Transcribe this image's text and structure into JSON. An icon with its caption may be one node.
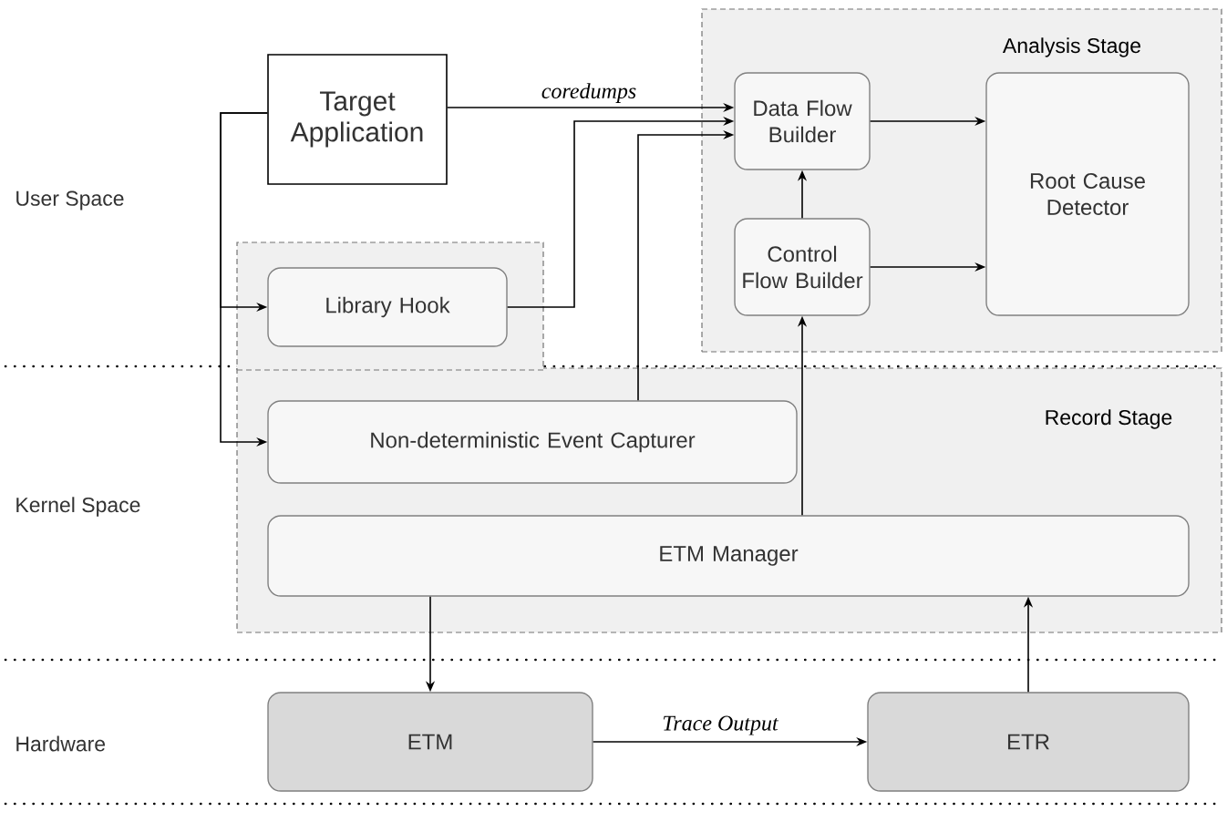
{
  "diagram": {
    "nodes": [
      {
        "text": [
          "Analysis Stage"
        ]
      },
      {
        "text": [
          "Target Application"
        ]
      },
      {
        "text": [
          "Data Flow Builder"
        ],
        "in": 0
      },
      {
        "text": [
          "Root Cause Detector"
        ],
        "in": 0
      },
      {
        "text": [],
        "shape": "box"
      },
      {
        "text": [
          "Library Hook"
        ],
        "in": 4
      },
      {
        "text": [
          "Control Flow Builder"
        ],
        "in": 0
      },
      {
        "text": [
          "Record Stage"
        ]
      },
      {
        "text": [
          "Non-deterministic Event Capturer"
        ],
        "in": 7
      },
      {
        "text": [
          "ETM Manager"
        ],
        "in": 7
      },
      {
        "text": [
          "ETM"
        ]
      },
      {
        "text": [
          "ETR"
        ]
      }
    ],
    "edges": [
      {
        "from": 1,
        "to": 2,
        "arrow": "to",
        "label": "coredumps"
      },
      {
        "from": 5,
        "to": 2,
        "arrow": "to"
      },
      {
        "from": 8,
        "to": 2,
        "arrow": "to"
      },
      {
        "from": 1,
        "to": 5,
        "arrow": "to"
      },
      {
        "from": 1,
        "to": 8,
        "arrow": "to"
      },
      {
        "from": 2,
        "to": 3,
        "arrow": "to"
      },
      {
        "from": 6,
        "to": 3,
        "arrow": "to"
      },
      {
        "from": 6,
        "to": 2,
        "arrow": "to"
      },
      {
        "from": 9,
        "to": 6,
        "arrow": "to"
      },
      {
        "from": 9,
        "to": 10,
        "arrow": "to"
      },
      {
        "from": 10,
        "to": 11,
        "arrow": "to",
        "label": "Trace Output"
      },
      {
        "from": 11,
        "to": 9,
        "arrow": "to"
      }
    ],
    "labels": [
      "User Space",
      "Kernel Space",
      "Hardware"
    ]
  }
}
